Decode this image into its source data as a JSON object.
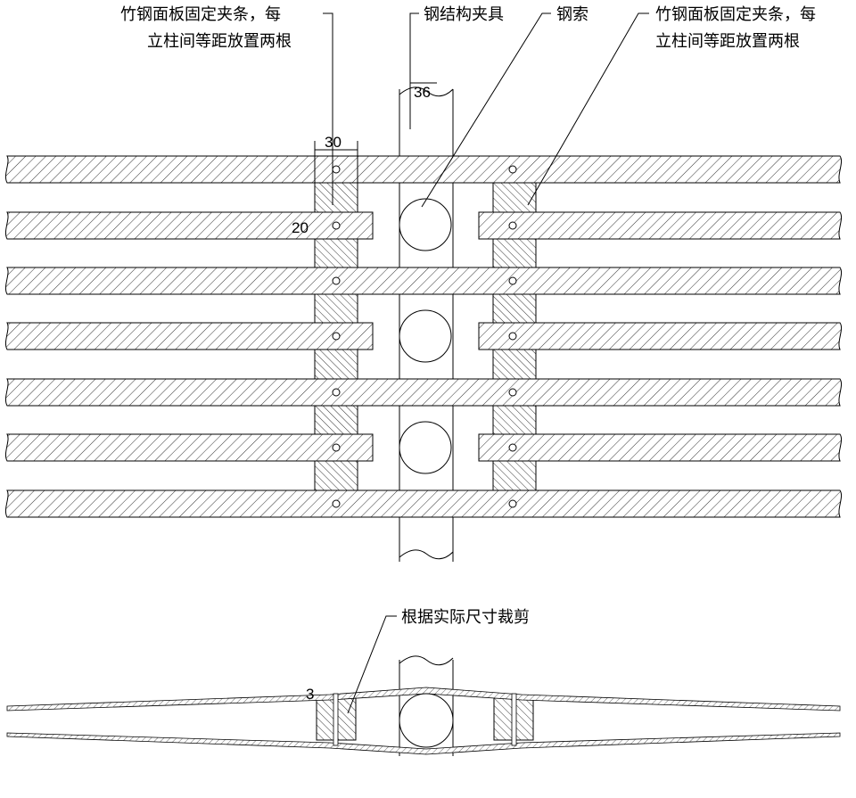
{
  "labels": {
    "clip_strip_left_line1": "竹钢面板固定夹条，每",
    "clip_strip_left_line2": "立柱间等距放置两根",
    "steel_clamp": "钢结构夹具",
    "steel_cable": "钢索",
    "clip_strip_right_line1": "竹钢面板固定夹条，每",
    "clip_strip_right_line2": "立柱间等距放置两根",
    "cut_to_size": "根据实际尺寸裁剪"
  },
  "dimensions": {
    "clamp_width": "36",
    "strip_width": "30",
    "plank_thickness": "20",
    "bottom_thickness": "3"
  }
}
